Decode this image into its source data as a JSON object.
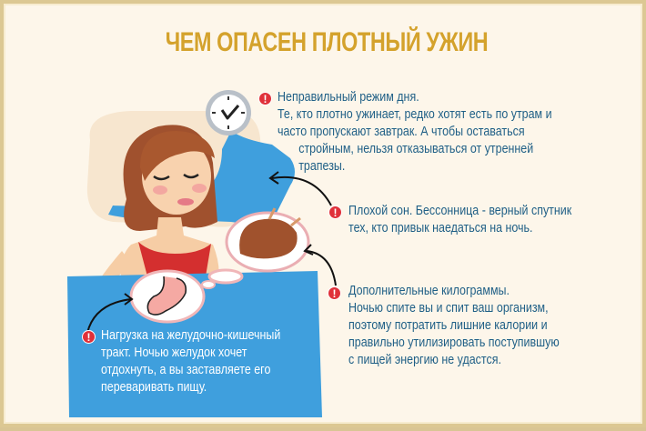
{
  "title": "ЧЕМ ОПАСЕН ПЛОТНЫЙ УЖИН",
  "colors": {
    "background": "#fdf6ea",
    "border": "#dcc893",
    "title": "#d4a22c",
    "text": "#1f5f86",
    "blanket": "#3f9fdd",
    "warning": "#e0313a"
  },
  "icons": [
    "clock-icon",
    "warning-icon",
    "stomach-icon",
    "roast-chicken-icon",
    "arrow-icon"
  ],
  "points": [
    {
      "heading": "Неправильный режим дня.",
      "lines": [
        "Те, кто плотно ужинает, редко хотят есть по утрам и",
        "часто пропускают завтрак. А чтобы оставаться",
        "стройным, нельзя отказываться от утренней",
        "трапезы."
      ]
    },
    {
      "heading": "Плохой сон. Бессонница - верный спутник",
      "lines": [
        "тех, кто привык наедаться на ночь."
      ]
    },
    {
      "heading": "Дополнительные килограммы.",
      "lines": [
        "Ночью спите вы и спит ваш организм,",
        "поэтому потратить лишние калории и",
        "правильно утилизировать поступившую",
        "с пищей энергию не удастся."
      ]
    },
    {
      "heading": "Нагрузка на желудочно-кишечный",
      "lines": [
        "тракт. Ночью желудок хочет",
        "отдохнуть, а вы заставляете его",
        "переваривать пищу."
      ]
    }
  ],
  "warning_glyph": "!"
}
